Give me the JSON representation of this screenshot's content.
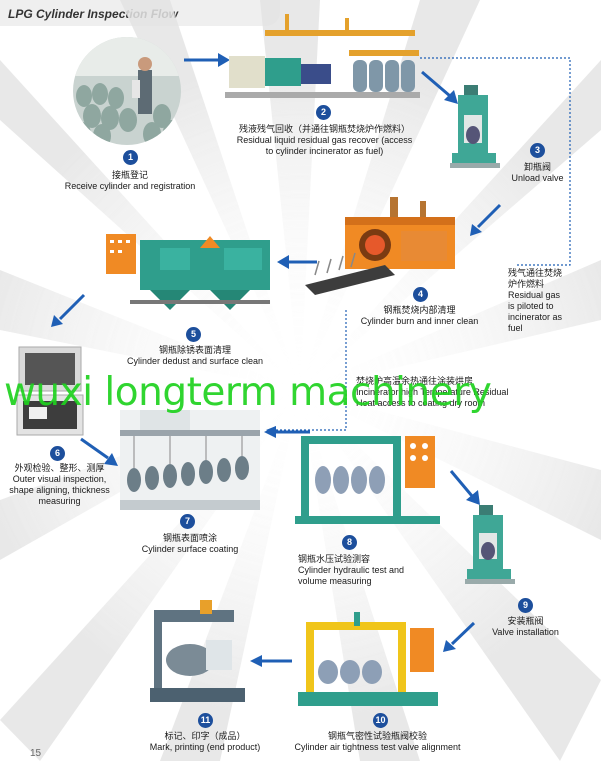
{
  "header": {
    "title": "LPG Cylinder Inspection Flow"
  },
  "steps": [
    {
      "num": "1",
      "cn": "接瓶登记",
      "en": "Receive cylinder and registration"
    },
    {
      "num": "2",
      "cn": "残液残气回收（并通往钢瓶焚烧炉作燃料）",
      "en1": "Residual liquid residual gas recover (access",
      "en2": "to cylinder incinerator as fuel)"
    },
    {
      "num": "3",
      "cn": "卸瓶阀",
      "en": "Unload valve"
    },
    {
      "num": "4",
      "cn": "钢瓶焚烧内部清理",
      "en": "Cylinder burn and inner clean"
    },
    {
      "num": "5",
      "cn": "钢瓶除锈表面清理",
      "en": "Cylinder dedust and surface clean"
    },
    {
      "num": "6",
      "cn": "外观检验、整形、测厚",
      "en1": "Outer visual inspection,",
      "en2": "shape aligning, thickness",
      "en3": "measuring"
    },
    {
      "num": "7",
      "cn": "钢瓶表面喷涂",
      "en": "Cylinder surface coating"
    },
    {
      "num": "8",
      "cn": "钢瓶水压试验测容",
      "en1": "Cylinder hydraulic test and",
      "en2": "volume measuring"
    },
    {
      "num": "9",
      "cn": "安装瓶阀",
      "en": "Valve installation"
    },
    {
      "num": "10",
      "cn": "钢瓶气密性试验瓶阀校验",
      "en": "Cylinder air tightness test valve alignment"
    },
    {
      "num": "11",
      "cn": "标记、印字（成品）",
      "en": "Mark, printing (end product)"
    }
  ],
  "notes": {
    "gas_cn1": "残气通往焚烧",
    "gas_cn2": "炉作燃料",
    "gas_en1": "Residual gas",
    "gas_en2": "is piloted to",
    "gas_en3": "incinerator as",
    "gas_en4": "fuel",
    "heat_cn": "焚烧炉高温余热通往涂装烘房",
    "heat_en1": "Incinerator high Temperature Residual",
    "heat_en2": "Heat access to coating dry room"
  },
  "watermark": "wuxi longterm machinery",
  "page_number": "15",
  "colors": {
    "badge": "#1d4f9c",
    "arrow": "#1f5fb5",
    "machine_green": "#2f9e8c",
    "machine_orange": "#f08a24",
    "watermark": "#1fd21f"
  }
}
